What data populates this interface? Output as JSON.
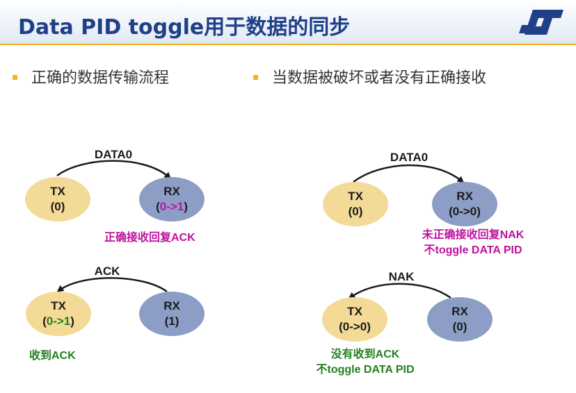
{
  "title": "Data PID toggle用于数据的同步",
  "bullets": {
    "left": "正确的数据传输流程",
    "right": "当数据被破坏或者没有正确接收"
  },
  "colors": {
    "title": "#1f3f87",
    "accent": "#f2b21a",
    "tx_fill": "#f4da97",
    "rx_fill": "#8d9ec6",
    "magenta": "#c0119c",
    "green": "#237f1e"
  },
  "logo": {
    "icon": "st-logo-icon"
  },
  "scenarios": [
    {
      "arrow_label": "DATA0",
      "tx": {
        "label": "TX",
        "state": "(0)"
      },
      "rx": {
        "label": "RX",
        "state_prefix": "(",
        "state_highlight": "0->1",
        "state_suffix": ")"
      },
      "note": "正确接收回复ACK"
    },
    {
      "arrow_label": "ACK",
      "tx": {
        "label": "TX",
        "state_prefix": "(",
        "state_highlight": "0->1",
        "state_suffix": ")"
      },
      "rx": {
        "label": "RX",
        "state": "(1)"
      },
      "note": "收到ACK"
    },
    {
      "arrow_label": "DATA0",
      "tx": {
        "label": "TX",
        "state": "(0)"
      },
      "rx": {
        "label": "RX",
        "state": "(0->0)"
      },
      "note_lines": [
        "未正确接收回复NAK",
        "不toggle DATA PID"
      ]
    },
    {
      "arrow_label": "NAK",
      "tx": {
        "label": "TX",
        "state": "(0->0)"
      },
      "rx": {
        "label": "RX",
        "state": "(0)"
      },
      "note_lines": [
        "没有收到ACK",
        "不toggle DATA PID"
      ]
    }
  ]
}
